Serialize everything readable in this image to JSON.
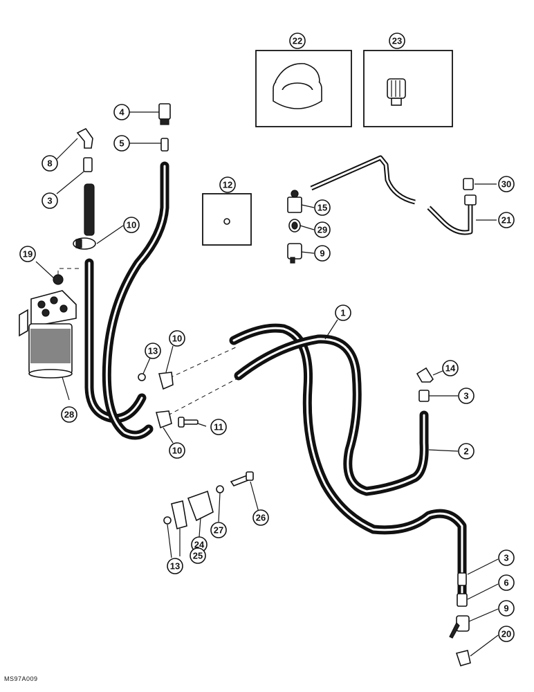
{
  "figure_code": "MS97A009",
  "callouts": {
    "c1": "1",
    "c2": "2",
    "c3a": "3",
    "c3b": "3",
    "c3c": "3",
    "c4": "4",
    "c5": "5",
    "c6": "6",
    "c8": "8",
    "c9a": "9",
    "c9b": "9",
    "c10a": "10",
    "c10b": "10",
    "c10c": "10",
    "c11": "11",
    "c12": "12",
    "c13a": "13",
    "c13b": "13",
    "c14": "14",
    "c15": "15",
    "c19": "19",
    "c20": "20",
    "c21": "21",
    "c22": "22",
    "c23": "23",
    "c24": "24",
    "c25": "25",
    "c26": "26",
    "c27": "27",
    "c28": "28",
    "c29": "29",
    "c30": "30"
  }
}
